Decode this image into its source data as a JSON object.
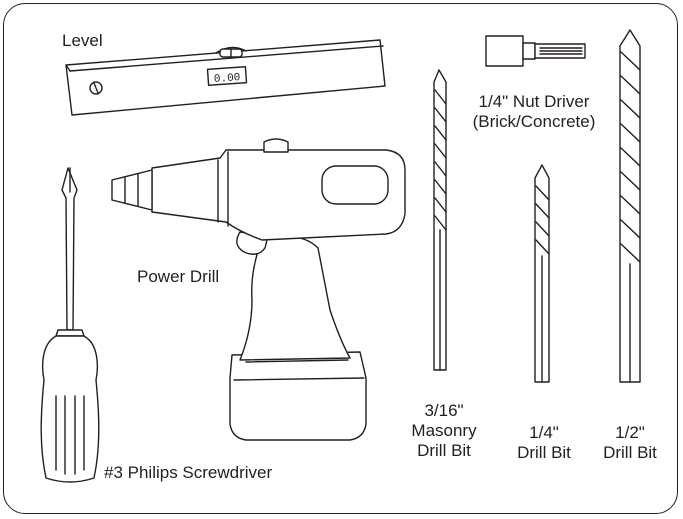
{
  "labels": {
    "level": "Level",
    "level_readout": "0.00",
    "nut_driver_line1": "1/4\" Nut Driver",
    "nut_driver_line2": "(Brick/Concrete)",
    "power_drill": "Power Drill",
    "screwdriver": "#3 Philips Screwdriver",
    "masonry_bit_line1": "3/16\"",
    "masonry_bit_line2": "Masonry",
    "masonry_bit_line3": "Drill Bit",
    "quarter_bit_line1": "1/4\"",
    "quarter_bit_line2": "Drill Bit",
    "half_bit_line1": "1/2\"",
    "half_bit_line2": "Drill Bit"
  },
  "colors": {
    "line": "#231f20",
    "background": "#ffffff"
  },
  "icons": [
    "level-icon",
    "nut-driver-icon",
    "power-drill-icon",
    "screwdriver-icon",
    "drill-bit-icon"
  ]
}
